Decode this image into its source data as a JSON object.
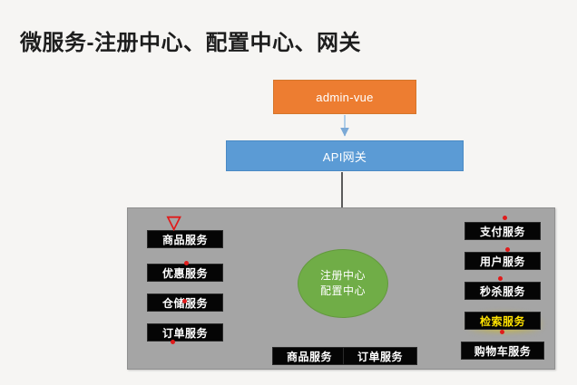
{
  "page": {
    "title": "微服务-注册中心、配置中心、网关",
    "background_color": "#f6f5f3"
  },
  "colors": {
    "title_text": "#1d1d1d",
    "admin_vue_fill": "#ED7D31",
    "api_gateway_fill": "#5B9BD5",
    "cluster_fill": "#a5a5a5",
    "registry_fill": "#70AD47",
    "service_box_fill": "#050505",
    "service_box_text": "#ffffff",
    "highlight_text": "#FFE200",
    "annotation_red": "#e01b1b",
    "connector_stroke": "#595959"
  },
  "nodes": {
    "admin_vue": {
      "label": "admin-vue",
      "icon": "rectangle-node"
    },
    "api_gateway": {
      "label": "API网关",
      "icon": "rectangle-node"
    },
    "registry": {
      "line1": "注册中心",
      "line2": "配置中心",
      "icon": "ellipse-node"
    }
  },
  "cluster": {
    "left_services": [
      {
        "label": "商品服务",
        "annotation": "check-mark"
      },
      {
        "label": "优惠服务",
        "annotation": "red-dot"
      },
      {
        "label": "仓储服务",
        "annotation": "red-dot"
      },
      {
        "label": "订单服务",
        "annotation": "red-dot"
      }
    ],
    "right_services": [
      {
        "label": "支付服务",
        "annotation": "red-dot",
        "highlighted": false
      },
      {
        "label": "用户服务",
        "annotation": "red-dot",
        "highlighted": false
      },
      {
        "label": "秒杀服务",
        "annotation": "red-dot",
        "highlighted": false
      },
      {
        "label": "检索服务",
        "annotation": "red-dot",
        "highlighted": true
      },
      {
        "label": "购物车服务",
        "annotation": "none",
        "highlighted": false
      }
    ],
    "bottom_services": [
      {
        "label": "商品服务"
      },
      {
        "label": "订单服务"
      }
    ]
  }
}
